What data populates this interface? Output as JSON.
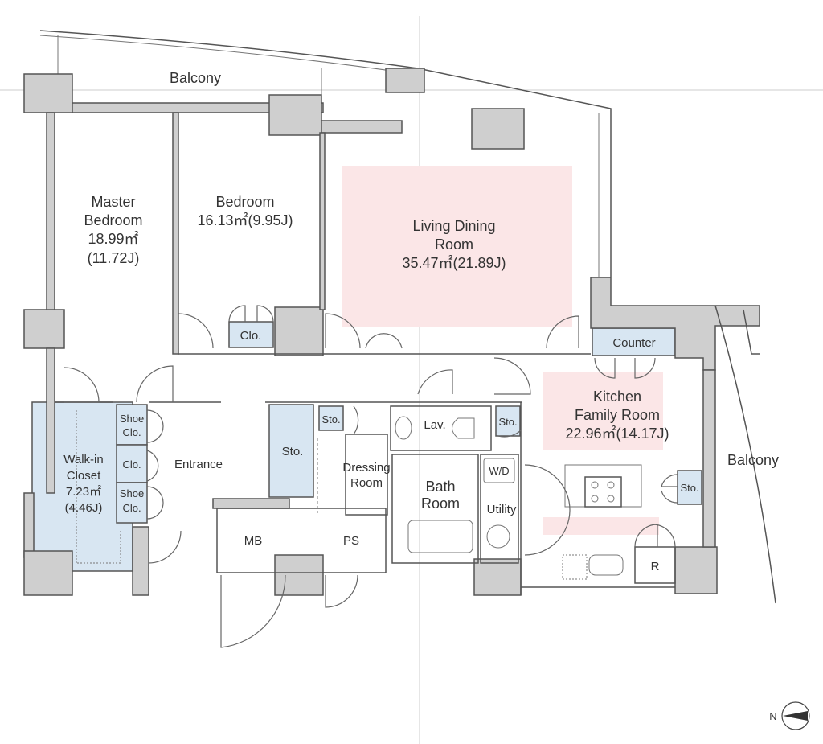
{
  "rooms": {
    "balcony_top": "Balcony",
    "master_bedroom": {
      "name1": "Master",
      "name2": "Bedroom",
      "area": "18.99㎡",
      "jo": "(11.72J)"
    },
    "bedroom": {
      "name": "Bedroom",
      "area": "16.13㎡(9.95J)"
    },
    "living": {
      "name1": "Living Dining",
      "name2": "Room",
      "area": "35.47㎡(21.89J)"
    },
    "counter": "Counter",
    "kitchen": {
      "name1": "Kitchen",
      "name2": "Family Room",
      "area": "22.96㎡(14.17J)"
    },
    "balcony_right": "Balcony",
    "walkin": {
      "name1": "Walk-in",
      "name2": "Closet",
      "area": "7.23㎡",
      "jo": "(4.46J)"
    },
    "shoe_clo_1": {
      "l1": "Shoe",
      "l2": "Clo."
    },
    "clo_mid": "Clo.",
    "shoe_clo_2": {
      "l1": "Shoe",
      "l2": "Clo."
    },
    "entrance": "Entrance",
    "bedroom_clo": "Clo.",
    "sto_large": "Sto.",
    "sto_dressing": "Sto.",
    "dressing": {
      "l1": "Dressing",
      "l2": "Room"
    },
    "lav": "Lav.",
    "sto_lav": "Sto.",
    "bath": {
      "l1": "Bath",
      "l2": "Room"
    },
    "wd": "W/D",
    "utility": "Utility",
    "sto_kitchen": "Sto.",
    "fridge": "R",
    "mb": "MB",
    "ps": "PS"
  },
  "compass": {
    "label": "N"
  },
  "colors": {
    "closet": "#d8e6f2",
    "highlight": "#fbe6e7",
    "wall": "#cfcfcf"
  }
}
